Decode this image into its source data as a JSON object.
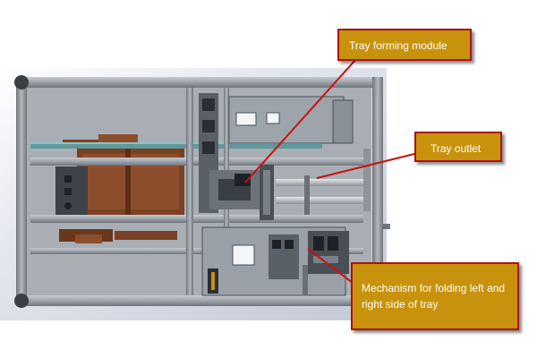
{
  "callouts": {
    "tray_forming_module": "Tray forming module",
    "tray_outlet": "Tray outlet",
    "folding_mechanism": "Mechanism for folding left and right side of tray"
  },
  "colors": {
    "callout_fill": "#c8920c",
    "callout_border": "#b01010",
    "leader_line": "#cc1010",
    "frame_steel": "#8e949c",
    "tray_blank": "#7a4224",
    "conveyor_belt": "#5e9a9c"
  }
}
